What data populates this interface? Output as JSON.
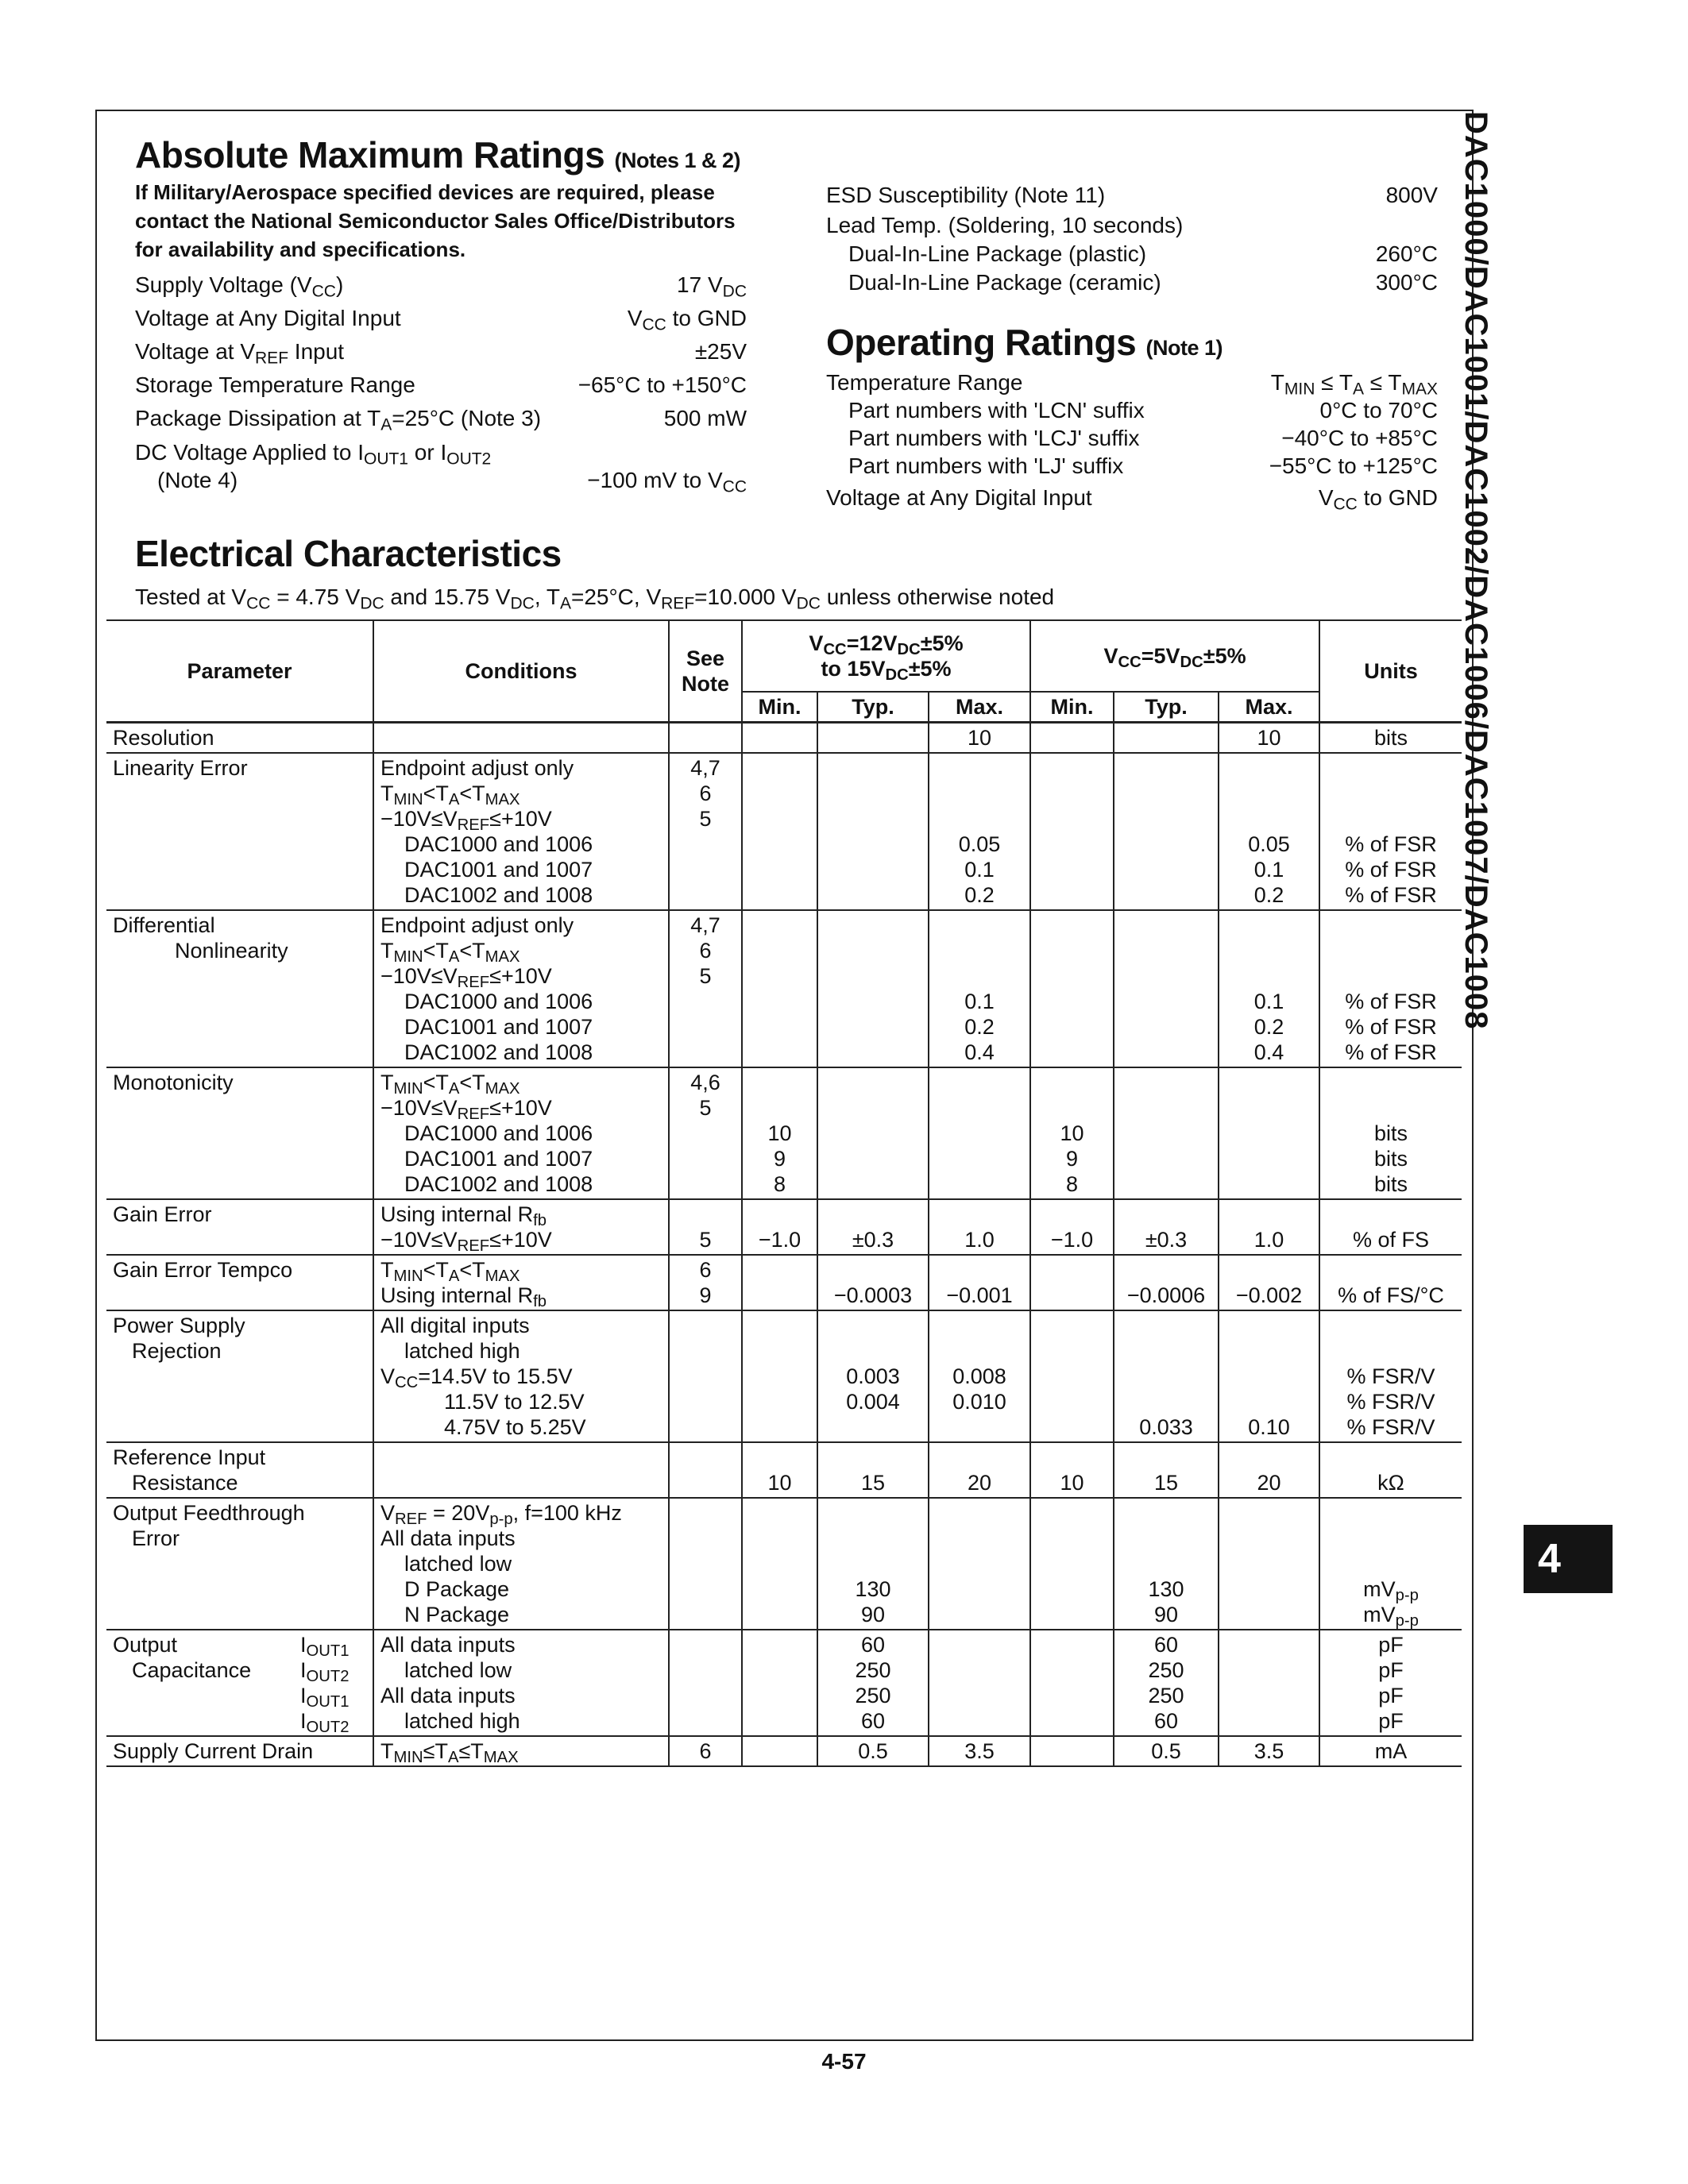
{
  "side_title": "DAC1000/DAC1001/DAC1002/DAC1006/DAC1007/DAC1008",
  "tab_number": "4",
  "page_number": "4-57",
  "abs_max": {
    "title": "Absolute Maximum Ratings",
    "notes": "(Notes 1 & 2)",
    "warning": "If Military/Aerospace specified devices are required, please contact the National Semiconductor Sales Office/Distributors for availability and specifications.",
    "items": [
      {
        "label": "Supply Voltage (V",
        "label_sub": "CC",
        "label_tail": ")",
        "value": "17 V",
        "value_sub": "DC"
      },
      {
        "label": "Voltage at Any Digital Input",
        "value": "V",
        "value_sub": "CC",
        "value_tail": " to GND"
      },
      {
        "label": "Voltage at V",
        "label_sub": "REF",
        "label_tail": " Input",
        "value": "±25V"
      },
      {
        "label": "Storage Temperature Range",
        "value": "−65°C to +150°C"
      },
      {
        "label": "Package Dissipation at T",
        "label_sub": "A",
        "label_tail": "=25°C (Note 3)",
        "value": "500 mW"
      },
      {
        "label": "DC Voltage Applied to I",
        "label_sub": "OUT1",
        "label_tail": " or I",
        "label_sub2": "OUT2"
      },
      {
        "label": "(Note 4)",
        "value": "−100 mV to V",
        "value_sub": "CC"
      }
    ]
  },
  "right_top": {
    "esd_label": "ESD Susceptibility (Note 11)",
    "esd_value": "800V",
    "lead_label": "Lead Temp. (Soldering, 10 seconds)",
    "lead_items": [
      {
        "label": "Dual-In-Line Package (plastic)",
        "value": "260°C"
      },
      {
        "label": "Dual-In-Line Package (ceramic)",
        "value": "300°C"
      }
    ]
  },
  "op_ratings": {
    "title": "Operating Ratings",
    "notes": "(Note 1)",
    "temp_label": "Temperature Range",
    "temp_value": "T",
    "temp_value_sub": "MIN",
    "temp_value_mid": " ≤ T",
    "temp_value_sub2": "A",
    "temp_value_mid2": " ≤ T",
    "temp_value_sub3": "MAX",
    "parts": [
      {
        "label": "Part numbers with 'LCN' suffix",
        "value": "0°C to 70°C"
      },
      {
        "label": "Part numbers with 'LCJ' suffix",
        "value": "−40°C to +85°C"
      },
      {
        "label": "Part numbers with 'LJ' suffix",
        "value": "−55°C to +125°C"
      }
    ],
    "digital_label": "Voltage at Any Digital Input",
    "digital_value": "V",
    "digital_value_sub": "CC",
    "digital_value_tail": " to GND"
  },
  "ec": {
    "title": "Electrical Characteristics",
    "subtitle_a": "Tested at V",
    "subtitle_b": "CC",
    "subtitle_c": " = 4.75 V",
    "subtitle_d": "DC",
    "subtitle_e": " and 15.75 V",
    "subtitle_f": "DC",
    "subtitle_g": ", T",
    "subtitle_h": "A",
    "subtitle_i": "=25°C, V",
    "subtitle_j": "REF",
    "subtitle_k": "=10.000 V",
    "subtitle_l": "DC",
    "subtitle_m": " unless otherwise noted",
    "headers": {
      "parameter": "Parameter",
      "conditions": "Conditions",
      "see": "See",
      "note": "Note",
      "g12_a": "V",
      "g12_b": "CC",
      "g12_c": "=12V",
      "g12_d": "DC",
      "g12_e": "±5%",
      "g12_f": "to 15V",
      "g12_g": "DC",
      "g12_h": "±5%",
      "g5_a": "V",
      "g5_b": "CC",
      "g5_c": "=5V",
      "g5_d": "DC",
      "g5_e": "±5%",
      "units": "Units",
      "min": "Min.",
      "typ": "Typ.",
      "max": "Max."
    },
    "resolution": {
      "param": "Resolution",
      "max1": "10",
      "max2": "10",
      "units": "bits"
    },
    "endpoint": "Endpoint adjust only",
    "tmin": "T",
    "tmin_sub": "MIN",
    "lt": "<T",
    "ta_sub": "A",
    "lt2": "<T",
    "tmax_sub": "MAX",
    "vref_a": "−10V≤V",
    "vref_sub": "REF",
    "vref_b": "≤+10V",
    "dac_a": "DAC1000 and 1006",
    "dac_b": "DAC1001 and 1007",
    "dac_c": "DAC1002 and 1008",
    "linearity": {
      "param": "Linearity Error",
      "notes": [
        "4,7",
        "6",
        "5"
      ],
      "max": [
        "0.05",
        "0.1",
        "0.2"
      ],
      "max2": [
        "0.05",
        "0.1",
        "0.2"
      ],
      "units": [
        "% of FSR",
        "% of FSR",
        "% of FSR"
      ]
    },
    "diffnl": {
      "param1": "Differential",
      "param2": "Nonlinearity",
      "notes": [
        "4,7",
        "6",
        "5"
      ],
      "max": [
        "0.1",
        "0.2",
        "0.4"
      ],
      "max2": [
        "0.1",
        "0.2",
        "0.4"
      ],
      "units": [
        "% of FSR",
        "% of FSR",
        "% of FSR"
      ]
    },
    "mono": {
      "param": "Monotonicity",
      "notes": [
        "4,6",
        "5"
      ],
      "min": [
        "10",
        "9",
        "8"
      ],
      "min2": [
        "10",
        "9",
        "8"
      ],
      "units": [
        "bits",
        "bits",
        "bits"
      ]
    },
    "gain": {
      "param": "Gain Error",
      "cond1": "Using internal R",
      "cond1_sub": "fb",
      "note": "5",
      "min": "−1.0",
      "typ": "±0.3",
      "max": "1.0",
      "min2": "−1.0",
      "typ2": "±0.3",
      "max2": "1.0",
      "units": "% of FS"
    },
    "gaintc": {
      "param": "Gain Error Tempco",
      "cond2": "Using internal R",
      "cond2_sub": "fb",
      "notes": [
        "6",
        "9"
      ],
      "typ": "−0.0003",
      "max": "−0.001",
      "typ2": "−0.0006",
      "max2": "−0.002",
      "units": "% of FS/°C"
    },
    "psr": {
      "param1": "Power Supply",
      "param2": "Rejection",
      "c1": "All digital inputs",
      "c2": "latched high",
      "c3a": "V",
      "c3b": "CC",
      "c3c": "=14.5V to 15.5V",
      "c4": "11.5V to 12.5V",
      "c5": "4.75V to 5.25V",
      "typ": [
        "0.003",
        "0.004"
      ],
      "max": [
        "0.008",
        "0.010"
      ],
      "typ2": "0.033",
      "max2": "0.10",
      "units": [
        "% FSR/V",
        "% FSR/V",
        "% FSR/V"
      ]
    },
    "refres": {
      "param1": "Reference Input",
      "param2": "Resistance",
      "min": "10",
      "typ": "15",
      "max": "20",
      "min2": "10",
      "typ2": "15",
      "max2": "20",
      "units": "kΩ"
    },
    "feed": {
      "param1": "Output Feedthrough",
      "param2": "Error",
      "c1a": "V",
      "c1b": "REF",
      "c1c": " = 20V",
      "c1d": "p-p",
      "c1e": ", f=100 kHz",
      "c2": "All data inputs",
      "c3": "latched low",
      "c4": "D Package",
      "c5": "N Package",
      "typ": [
        "130",
        "90"
      ],
      "typ2": [
        "130",
        "90"
      ],
      "unit_a": "mV",
      "unit_sub": "p-p"
    },
    "cap": {
      "param1": "Output",
      "param2": "Capacitance",
      "i": "I",
      "subs": [
        "OUT1",
        "OUT2",
        "OUT1",
        "OUT2"
      ],
      "c1": "All data inputs",
      "c2": "latched low",
      "c3": "All data inputs",
      "c4": "latched high",
      "typ": [
        "60",
        "250",
        "250",
        "60"
      ],
      "typ2": [
        "60",
        "250",
        "250",
        "60"
      ],
      "units": [
        "pF",
        "pF",
        "pF",
        "pF"
      ]
    },
    "supply": {
      "param": "Supply Current Drain",
      "cond_a": "T",
      "cond_b": "MIN",
      "cond_c": "≤T",
      "cond_d": "A",
      "cond_e": "≤T",
      "cond_f": "MAX",
      "note": "6",
      "typ": "0.5",
      "max": "3.5",
      "typ2": "0.5",
      "max2": "3.5",
      "units": "mA"
    }
  }
}
